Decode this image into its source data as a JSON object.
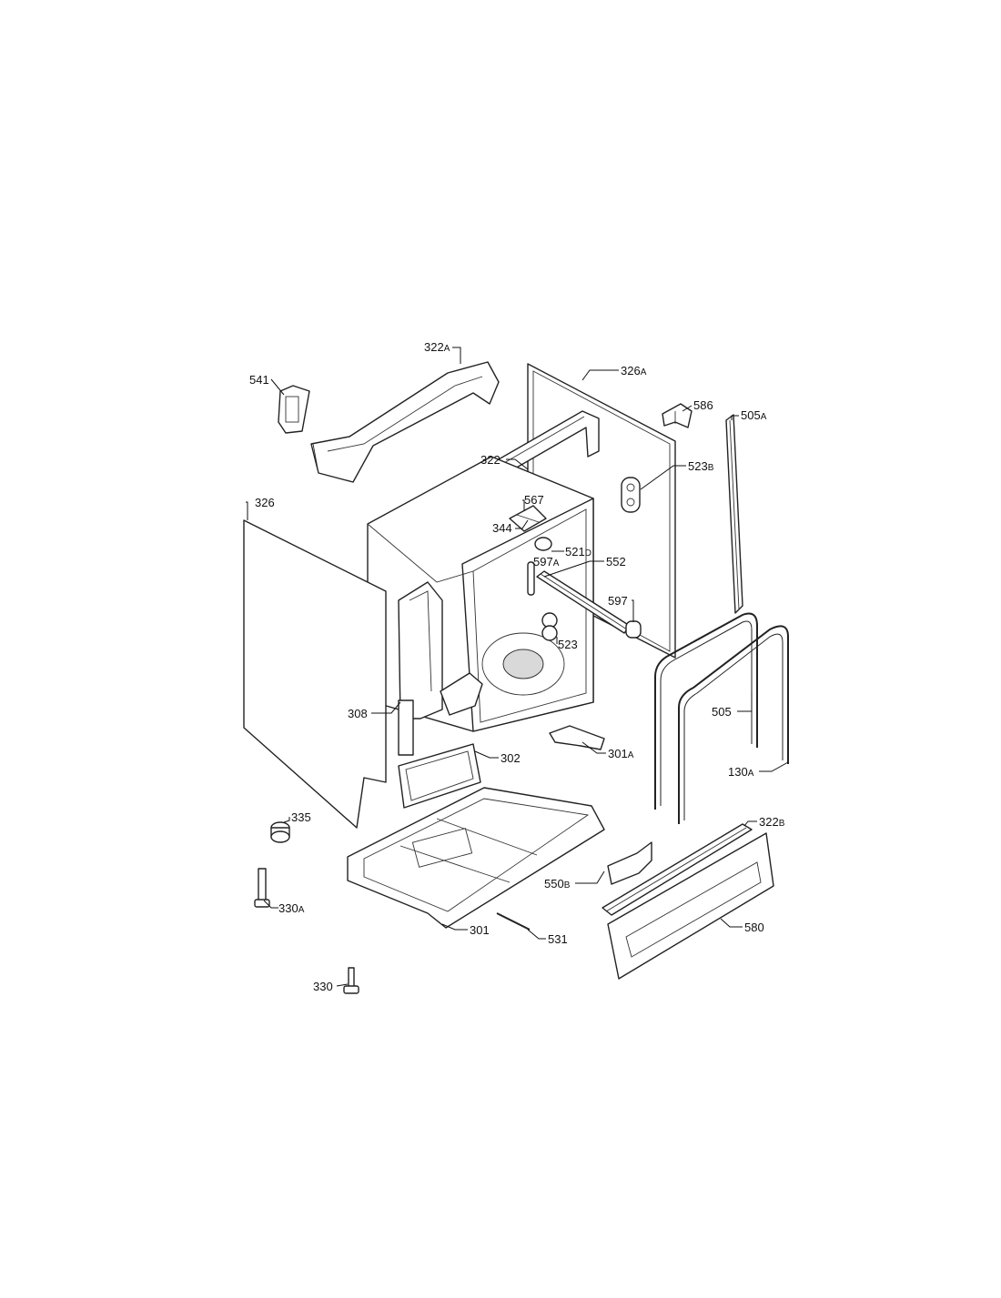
{
  "callouts": [
    {
      "id": "541",
      "num": "541",
      "suffix": ""
    },
    {
      "id": "322a",
      "num": "322",
      "suffix": "A"
    },
    {
      "id": "326a",
      "num": "326",
      "suffix": "A"
    },
    {
      "id": "586",
      "num": "586",
      "suffix": ""
    },
    {
      "id": "505a",
      "num": "505",
      "suffix": "A"
    },
    {
      "id": "322",
      "num": "322",
      "suffix": ""
    },
    {
      "id": "523b",
      "num": "523",
      "suffix": "B"
    },
    {
      "id": "326",
      "num": "326",
      "suffix": ""
    },
    {
      "id": "567",
      "num": "567",
      "suffix": ""
    },
    {
      "id": "344",
      "num": "344",
      "suffix": ""
    },
    {
      "id": "521d",
      "num": "521",
      "suffix": "D"
    },
    {
      "id": "597a",
      "num": "597",
      "suffix": "A"
    },
    {
      "id": "552",
      "num": "552",
      "suffix": ""
    },
    {
      "id": "597",
      "num": "597",
      "suffix": ""
    },
    {
      "id": "523",
      "num": "523",
      "suffix": ""
    },
    {
      "id": "505",
      "num": "505",
      "suffix": ""
    },
    {
      "id": "308",
      "num": "308",
      "suffix": ""
    },
    {
      "id": "302",
      "num": "302",
      "suffix": ""
    },
    {
      "id": "301a",
      "num": "301",
      "suffix": "A"
    },
    {
      "id": "130a",
      "num": "130",
      "suffix": "A"
    },
    {
      "id": "335",
      "num": "335",
      "suffix": ""
    },
    {
      "id": "322b",
      "num": "322",
      "suffix": "B"
    },
    {
      "id": "330a",
      "num": "330",
      "suffix": "A"
    },
    {
      "id": "550b",
      "num": "550",
      "suffix": "B"
    },
    {
      "id": "301",
      "num": "301",
      "suffix": ""
    },
    {
      "id": "531",
      "num": "531",
      "suffix": ""
    },
    {
      "id": "580",
      "num": "580",
      "suffix": ""
    },
    {
      "id": "330",
      "num": "330",
      "suffix": ""
    }
  ]
}
